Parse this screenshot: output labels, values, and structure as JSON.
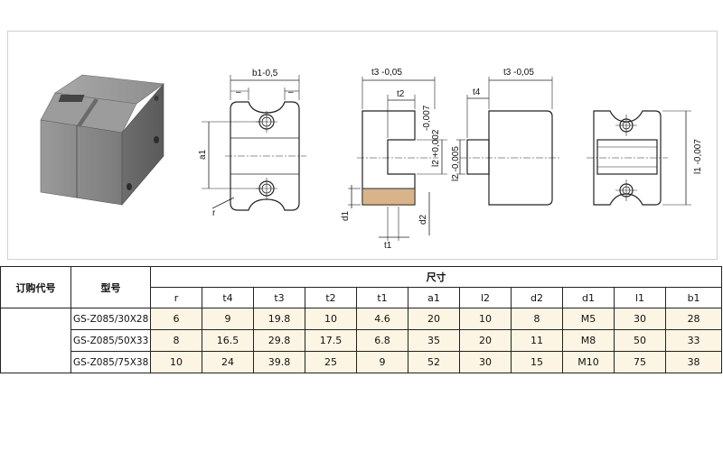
{
  "drawing": {
    "labels": {
      "front_b1": "b1-0,5",
      "front_minus_left": "–",
      "front_minus_right": "–",
      "front_a1": "a1",
      "front_r": "r",
      "side_t3": "t3 -0,05",
      "side_t2": "t2",
      "side_l2": "l2 +0,002",
      "side_tol": "-0,007",
      "side_d1": "d1",
      "side_d2": "d2",
      "side_t1": "t1",
      "mid_t3": "t3 -0,05",
      "mid_t4": "t4",
      "mid_l2": "l2 -0,005",
      "end_l1": "l1 -0,007"
    }
  },
  "table": {
    "head_code": "订购代号",
    "head_model": "型号",
    "head_dims": "尺寸",
    "columns": [
      "r",
      "t4",
      "t3",
      "t2",
      "t1",
      "a1",
      "l2",
      "d2",
      "d1",
      "l1",
      "b1"
    ],
    "rows": [
      {
        "model": "GS-Z085/30X28",
        "values": [
          "6",
          "9",
          "19.8",
          "10",
          "4.6",
          "20",
          "10",
          "8",
          "M5",
          "30",
          "28"
        ]
      },
      {
        "model": "GS-Z085/50X33",
        "values": [
          "8",
          "16.5",
          "29.8",
          "17.5",
          "6.8",
          "35",
          "20",
          "11",
          "M8",
          "50",
          "33"
        ]
      },
      {
        "model": "GS-Z085/75X38",
        "values": [
          "10",
          "24",
          "39.8",
          "25",
          "9",
          "52",
          "30",
          "15",
          "M10",
          "75",
          "38"
        ]
      }
    ]
  },
  "colors": {
    "row_fill": "#fdf5e4",
    "line": "#222222",
    "product_gray": "#8a8a8a"
  }
}
